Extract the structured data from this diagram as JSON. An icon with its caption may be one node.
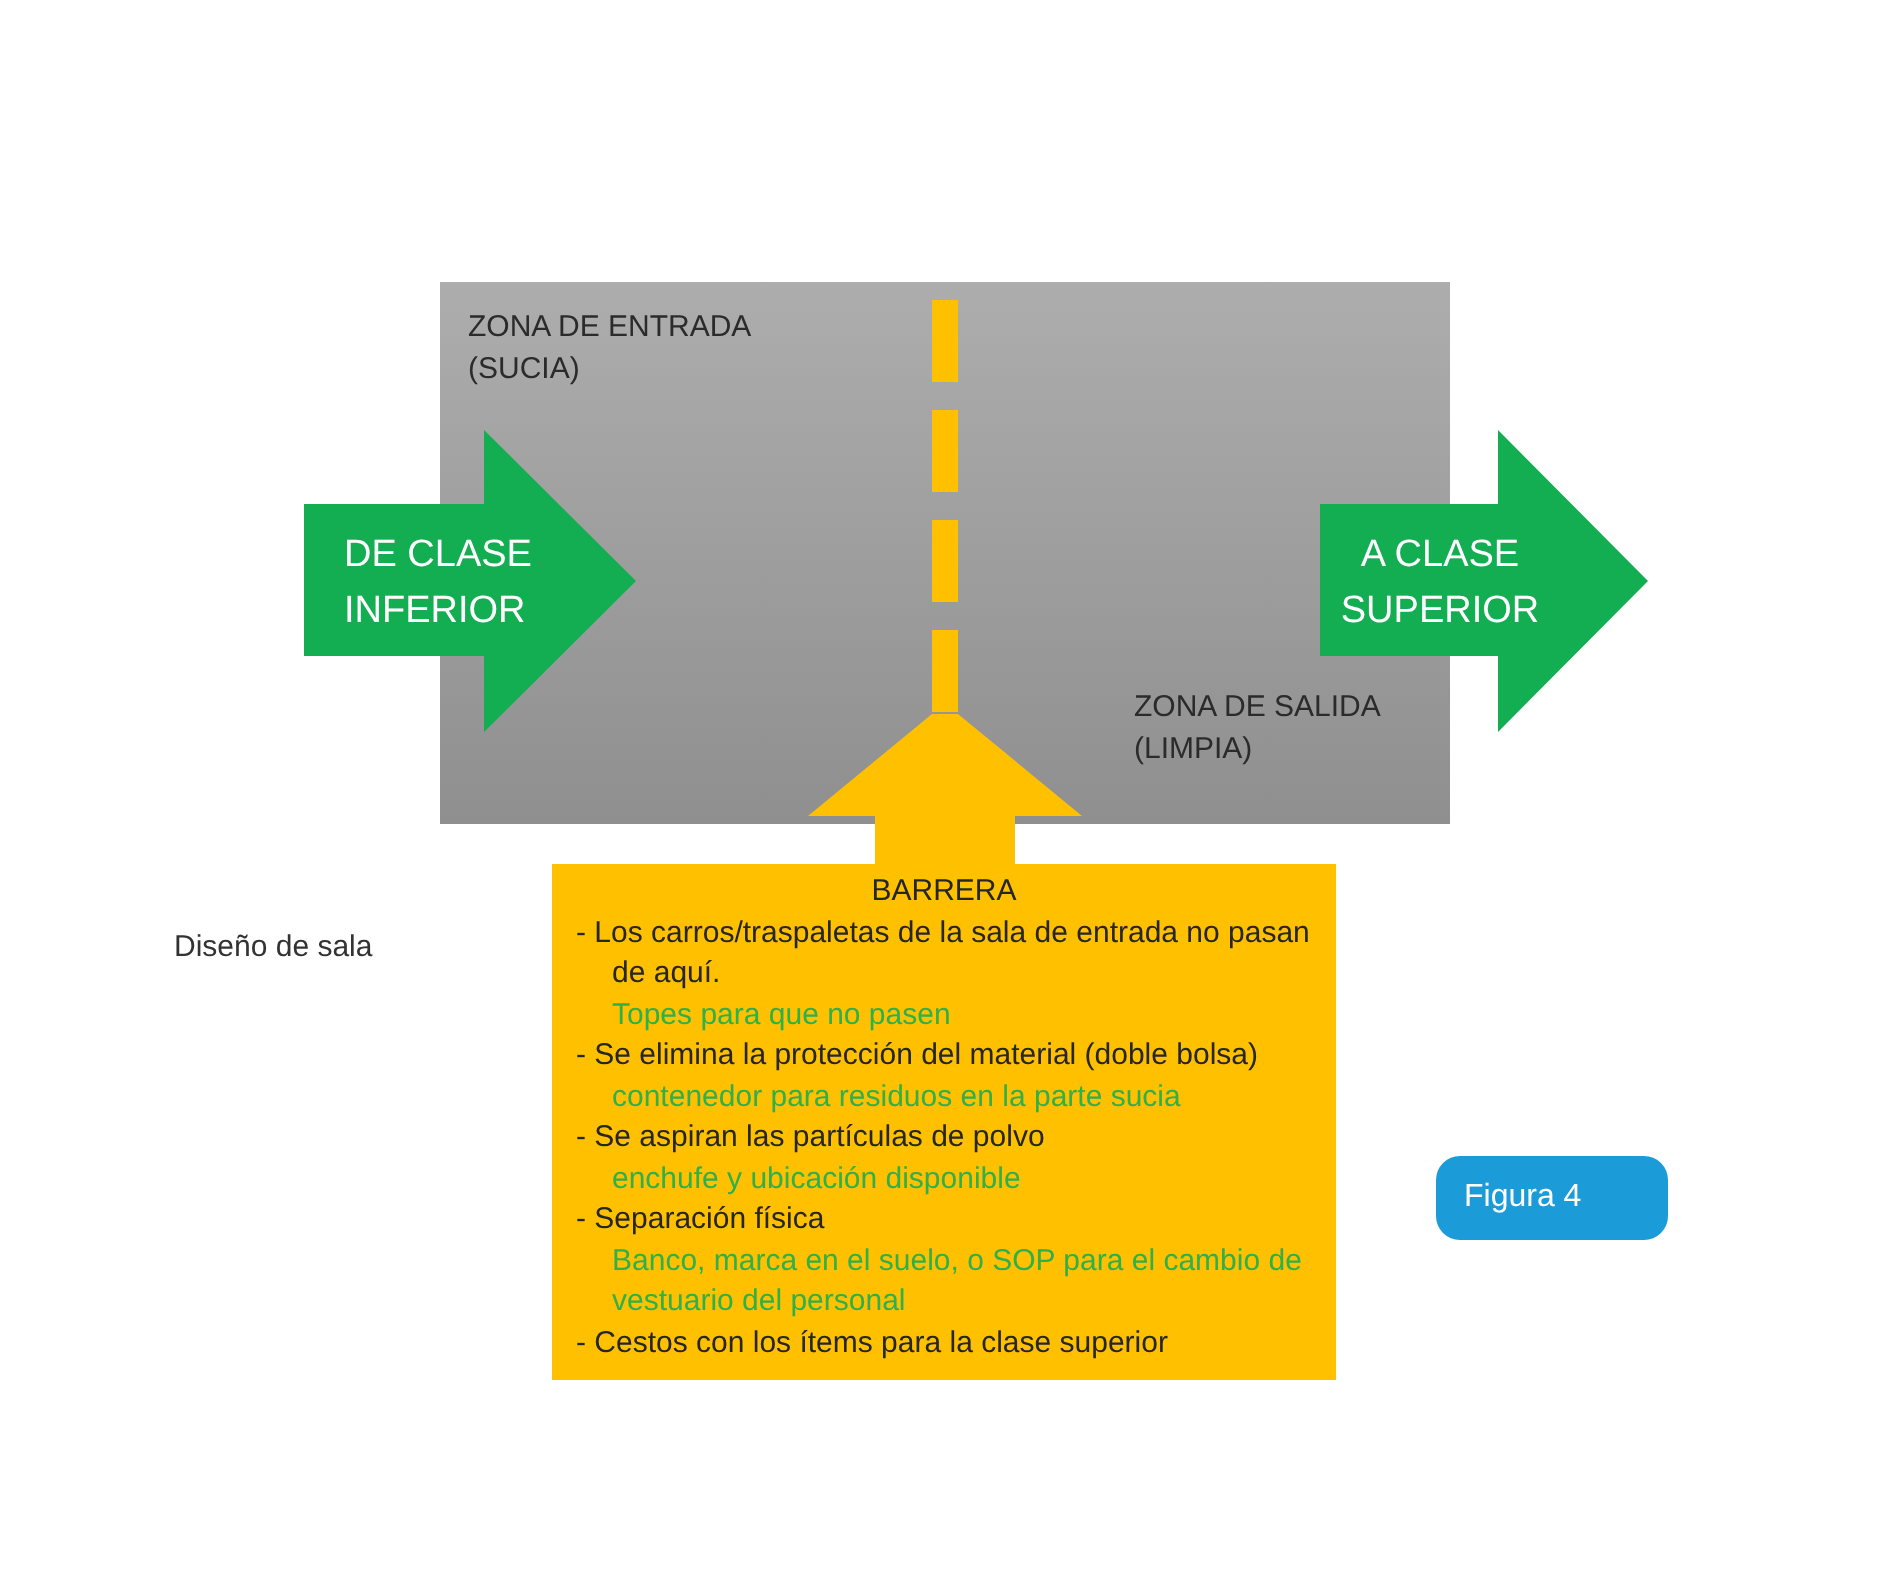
{
  "diagram": {
    "nodes": [
      {
        "text": [
          "ZONA DE ENTRADA (SUCIA)",
          "ZONA DE SALIDA (LIMPIA)"
        ]
      },
      {
        "text": [],
        "shape": "line",
        "in": 0
      },
      {
        "text": [
          "DE CLASE INFERIOR"
        ]
      },
      {
        "text": [
          "A CLASE SUPERIOR"
        ]
      },
      {
        "text": [
          "BARRERA",
          "- Los carros/traspaletas de la sala de entrada no pasan de aquí.",
          "Topes para que no pasen",
          "- Se elimina la protección del material (doble bolsa)",
          "contenedor para residuos en la parte sucia",
          "- Se aspiran las partículas de polvo",
          "enchufe y ubicación disponible",
          "- Separación física",
          "Banco, marca en el suelo, o SOP para el cambio de vestuario del personal",
          "- Cestos con los ítems para la clase superior"
        ]
      },
      {
        "text": [
          "Figura 4"
        ]
      }
    ],
    "edges": [
      {
        "from": 4,
        "to": 1,
        "arrow": "to"
      }
    ],
    "labels": [
      "Diseño de sala"
    ]
  }
}
